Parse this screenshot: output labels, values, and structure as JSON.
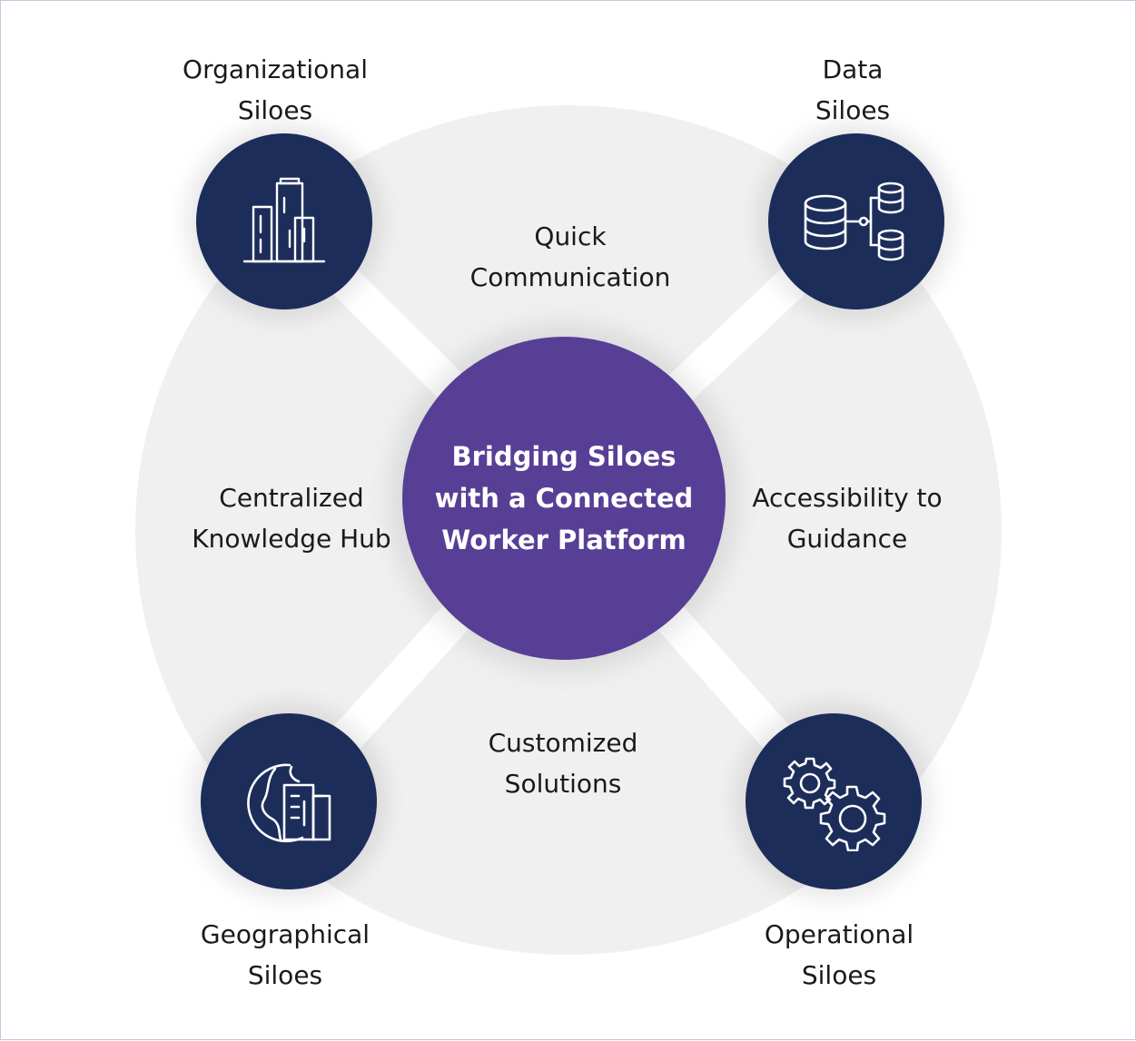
{
  "hub": {
    "title_lines": [
      "Bridging Siloes",
      "with a Connected",
      "Worker Platform"
    ]
  },
  "silos": {
    "organizational": {
      "lines": [
        "Organizational",
        "Siloes"
      ],
      "icon": "office-buildings-icon"
    },
    "data": {
      "lines": [
        "Data",
        "Siloes"
      ],
      "icon": "database-network-icon"
    },
    "geographical": {
      "lines": [
        "Geographical",
        "Siloes"
      ],
      "icon": "globe-building-icon"
    },
    "operational": {
      "lines": [
        "Operational",
        "Siloes"
      ],
      "icon": "gears-icon"
    }
  },
  "benefits": {
    "top": [
      "Quick",
      "Communication"
    ],
    "left": [
      "Centralized",
      "Knowledge Hub"
    ],
    "right": [
      "Accessibility to",
      "Guidance"
    ],
    "bottom": [
      "Customized",
      "Solutions"
    ]
  },
  "colors": {
    "node_navy": "#1c2d5a",
    "hub_purple": "#573f96",
    "disc_gray": "#f0f0f1",
    "connector_white": "#ffffff"
  }
}
